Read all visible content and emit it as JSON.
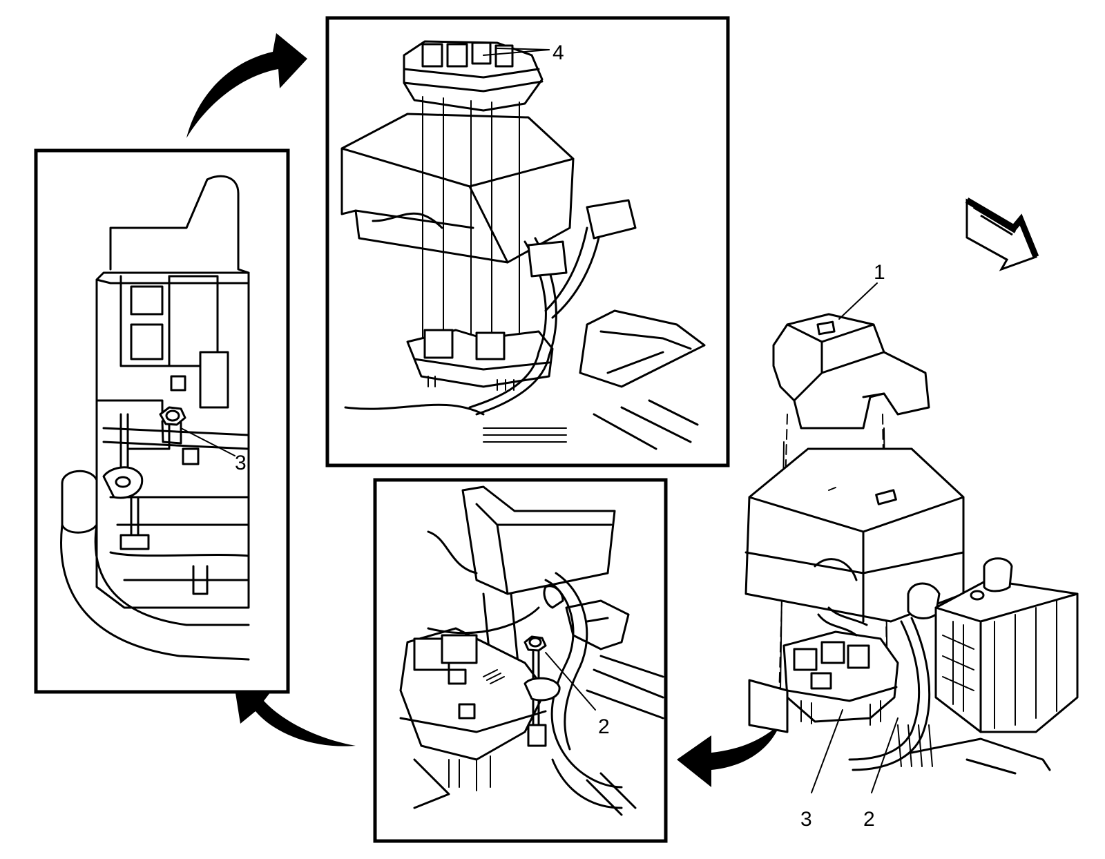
{
  "diagram": {
    "callouts": [
      {
        "id": "cover",
        "text": "1"
      },
      {
        "id": "ground-nut-main",
        "text": "2"
      },
      {
        "id": "battery-nut-main",
        "text": "3"
      },
      {
        "id": "ground-nut-detail",
        "text": "2"
      },
      {
        "id": "battery-nut-detail",
        "text": "3"
      },
      {
        "id": "relays-detail",
        "text": "4"
      }
    ],
    "colors": {
      "line": "#000000",
      "background": "#ffffff"
    },
    "icons": [
      "forward-direction-arrow-icon",
      "curved-flow-arrow-icon"
    ]
  }
}
